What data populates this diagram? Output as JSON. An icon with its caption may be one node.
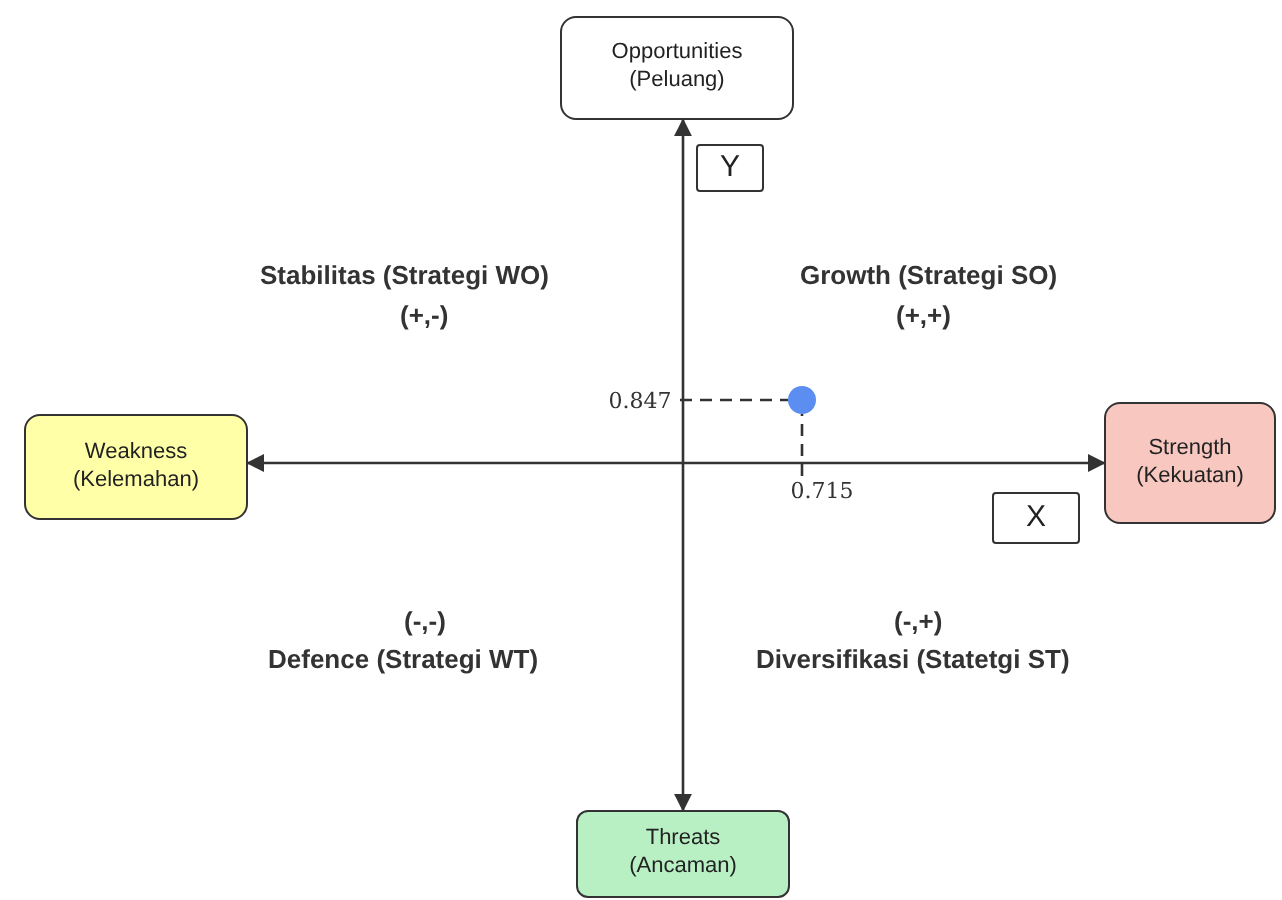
{
  "diagram": {
    "nodes": [
      {
        "text": [
          "Opportunities (Peluang)"
        ]
      },
      {
        "text": [
          "Weakness (Kelemahan)"
        ]
      },
      {
        "text": [
          "Strength (Kekuatan)"
        ]
      },
      {
        "text": [
          "Threats (Ancaman)"
        ]
      },
      {
        "text": [
          "Y"
        ]
      },
      {
        "text": [
          "X"
        ]
      },
      {
        "text": [],
        "shape": "circle"
      },
      {
        "text": [
          "0.847"
        ]
      },
      {
        "text": [
          "0.715"
        ]
      }
    ],
    "edges": [
      {
        "from": 0,
        "to": 3,
        "arrow": "both"
      },
      {
        "from": 1,
        "to": 2,
        "arrow": "both"
      },
      {
        "from": 7,
        "to": 6,
        "arrow": "none",
        "style": "dashed"
      },
      {
        "from": 8,
        "to": 6,
        "arrow": "none",
        "style": "dashed"
      }
    ],
    "labels": [
      "Stabilitas (Strategi WO)",
      "Growth (Strategi SO)",
      "(+,-)",
      "(+,+)",
      "(-,-)",
      "(-,+)",
      "Defence (Strategi WT)",
      "Diversifikasi (Statetgi ST)"
    ]
  }
}
